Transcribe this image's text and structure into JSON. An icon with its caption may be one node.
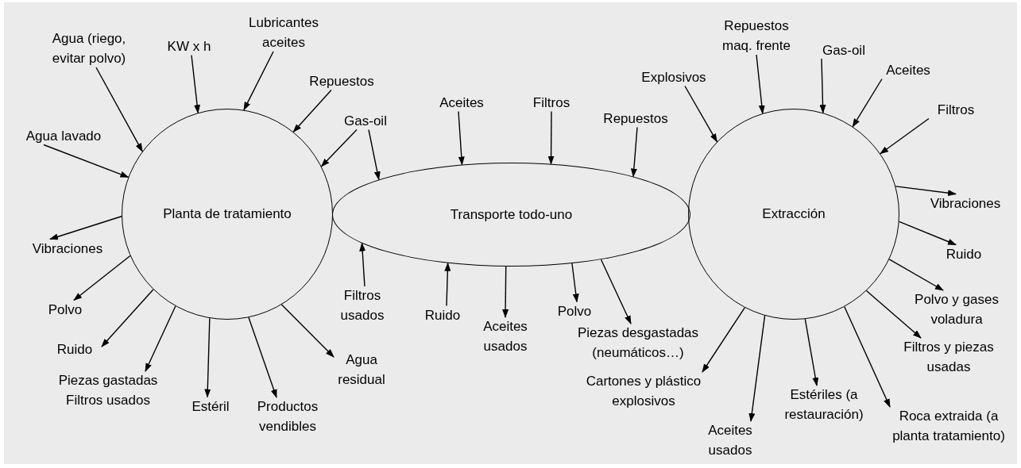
{
  "diagram": {
    "nodes": [
      {
        "text": [
          "Planta de tratamiento"
        ]
      },
      {
        "text": [
          "Transporte todo-uno"
        ]
      },
      {
        "text": [
          "Extracción"
        ]
      },
      {
        "text": [
          "Agua (riego, evitar polvo)"
        ]
      },
      {
        "text": [
          "KW x h"
        ]
      },
      {
        "text": [
          "Lubricantes aceites"
        ]
      },
      {
        "text": [
          "Repuestos"
        ]
      },
      {
        "text": [
          "Agua lavado"
        ]
      },
      {
        "text": [
          "Gas-oil"
        ]
      },
      {
        "text": [
          "Aceites"
        ]
      },
      {
        "text": [
          "Filtros"
        ]
      },
      {
        "text": [
          "Repuestos"
        ]
      },
      {
        "text": [
          "Explosivos"
        ]
      },
      {
        "text": [
          "Repuestos maq. frente"
        ]
      },
      {
        "text": [
          "Gas-oil"
        ]
      },
      {
        "text": [
          "Aceites"
        ]
      },
      {
        "text": [
          "Filtros"
        ]
      },
      {
        "text": [
          "Vibraciones"
        ]
      },
      {
        "text": [
          "Ruido"
        ]
      },
      {
        "text": [
          "Polvo y gases voladura"
        ]
      },
      {
        "text": [
          "Filtros y piezas usadas"
        ]
      },
      {
        "text": [
          "Roca extraida (a planta tratamiento)"
        ]
      },
      {
        "text": [
          "Estériles (a restauración)"
        ]
      },
      {
        "text": [
          "Aceites usados"
        ]
      },
      {
        "text": [
          "Cartones y plástico explosivos"
        ]
      },
      {
        "text": [
          "Filtros usados"
        ]
      },
      {
        "text": [
          "Ruido"
        ]
      },
      {
        "text": [
          "Aceites usados"
        ]
      },
      {
        "text": [
          "Polvo"
        ]
      },
      {
        "text": [
          "Piezas desgastadas (neumáticos…)"
        ]
      },
      {
        "text": [
          "Vibraciones"
        ]
      },
      {
        "text": [
          "Polvo"
        ]
      },
      {
        "text": [
          "Ruido"
        ]
      },
      {
        "text": [
          "Piezas gastadas Filtros usados"
        ]
      },
      {
        "text": [
          "Estéril"
        ]
      },
      {
        "text": [
          "Productos vendibles"
        ]
      },
      {
        "text": [
          "Agua residual"
        ]
      }
    ],
    "edges": [
      {
        "from": 3,
        "to": 0,
        "arrow": "to"
      },
      {
        "from": 4,
        "to": 0,
        "arrow": "to"
      },
      {
        "from": 5,
        "to": 0,
        "arrow": "to"
      },
      {
        "from": 6,
        "to": 0,
        "arrow": "to"
      },
      {
        "from": 7,
        "to": 0,
        "arrow": "to"
      },
      {
        "from": 8,
        "to": 0,
        "arrow": "to"
      },
      {
        "from": 8,
        "to": 1,
        "arrow": "to"
      },
      {
        "from": 9,
        "to": 1,
        "arrow": "to"
      },
      {
        "from": 10,
        "to": 1,
        "arrow": "to"
      },
      {
        "from": 11,
        "to": 1,
        "arrow": "to"
      },
      {
        "from": 25,
        "to": 1,
        "arrow": "to"
      },
      {
        "from": 26,
        "to": 1,
        "arrow": "to"
      },
      {
        "from": 1,
        "to": 27,
        "arrow": "to"
      },
      {
        "from": 1,
        "to": 28,
        "arrow": "to"
      },
      {
        "from": 1,
        "to": 29,
        "arrow": "to"
      },
      {
        "from": 12,
        "to": 2,
        "arrow": "to"
      },
      {
        "from": 13,
        "to": 2,
        "arrow": "to"
      },
      {
        "from": 14,
        "to": 2,
        "arrow": "to"
      },
      {
        "from": 15,
        "to": 2,
        "arrow": "to"
      },
      {
        "from": 16,
        "to": 2,
        "arrow": "to"
      },
      {
        "from": 2,
        "to": 17,
        "arrow": "to"
      },
      {
        "from": 2,
        "to": 18,
        "arrow": "to"
      },
      {
        "from": 2,
        "to": 19,
        "arrow": "to"
      },
      {
        "from": 2,
        "to": 20,
        "arrow": "to"
      },
      {
        "from": 2,
        "to": 21,
        "arrow": "to"
      },
      {
        "from": 2,
        "to": 22,
        "arrow": "to"
      },
      {
        "from": 2,
        "to": 23,
        "arrow": "to"
      },
      {
        "from": 2,
        "to": 24,
        "arrow": "to"
      },
      {
        "from": 0,
        "to": 30,
        "arrow": "to"
      },
      {
        "from": 0,
        "to": 31,
        "arrow": "to"
      },
      {
        "from": 0,
        "to": 32,
        "arrow": "to"
      },
      {
        "from": 0,
        "to": 33,
        "arrow": "to"
      },
      {
        "from": 0,
        "to": 34,
        "arrow": "to"
      },
      {
        "from": 0,
        "to": 35,
        "arrow": "to"
      },
      {
        "from": 0,
        "to": 36,
        "arrow": "to"
      }
    ]
  }
}
